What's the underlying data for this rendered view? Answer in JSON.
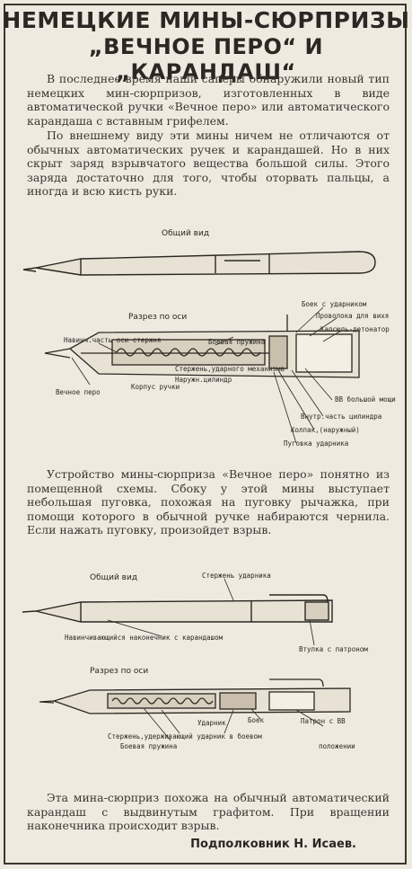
{
  "headline": {
    "line1": "НЕМЕЦКИЕ МИНЫ-СЮРПРИЗЫ",
    "line2": "„ВЕЧНОЕ ПЕРО“ И „КАРАНДАШ“"
  },
  "intro": [
    "В последнее время наши саперы обнаружили новый тип немецких мин-сюрпризов, изготовленных в виде автоматической ручки «Вечное перо» или автоматического карандаша с вставным грифелем.",
    "По внешнему виду эти мины ничем не отличаются от обычных автоматических ручек и карандашей. Но в них скрыт заряд взрывчатого вещества большой силы. Этого заряда достаточно для того, чтобы оторвать пальцы, а иногда и всю кисть руки."
  ],
  "pen_figure": {
    "general_view": "Общий вид",
    "section": "Разрез по оси",
    "labels": {
      "firing_pin": "Боек с ударником",
      "wire": "Проволока для вихя",
      "detonator": "Капсюль-детонатор",
      "front_axis": "Навинч.часть оси стержня",
      "spring": "Боевая пружина",
      "rod": "Стержень,ударного механизма",
      "outer_cyl": "Наружн.цилиндр",
      "body": "Корпус ручки",
      "nib": "Вечное перо",
      "explosive": "ВВ большой мощи",
      "inner_cyl": "Внутр.часть цилиндра",
      "cap_tube": "Колпак,(наружный)",
      "button": "Пуговка ударника"
    }
  },
  "middle": "Устройство мины-сюрприза «Вечное перо» понятно из помещенной схемы. Сбоку у этой мины выступает небольшая пуговка, похожая на пуговку рычажка, при помощи которого в обычной ручке набираются чернила. Если нажать пуговку, произойдет взрыв.",
  "pencil_figure": {
    "general_view": "Общий вид",
    "section": "Разрез по оси",
    "labels": {
      "striker_rod": "Стержень ударника",
      "tip": "Навинчивающийся наконечник с карандашом",
      "sleeve": "Втулка с патроном",
      "striker": "Ударник",
      "pin": "Боек",
      "cartridge": "Патрон с ВВ",
      "holding_rod": "Стержень,удерживающий ударник в боевом",
      "spring": "Боевая пружина",
      "position": "положении"
    }
  },
  "outro": "Эта мина-сюрприз похожа на обычный автоматический карандаш с выдвинутым графитом. При вращении наконечника происходит взрыв.",
  "signature": "Подполковник Н. Исаев."
}
